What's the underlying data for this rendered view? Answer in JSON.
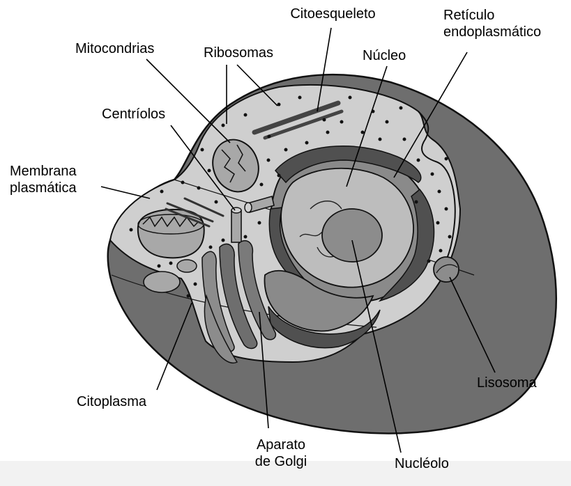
{
  "labels": {
    "citoesqueleto": "Citoesqueleto",
    "reticulo": [
      "Retículo",
      "endoplasmático"
    ],
    "mitocondrias": "Mitocondrias",
    "ribosomas": "Ribosomas",
    "nucleo": "Núcleo",
    "centriolos": "Centríolos",
    "membrana": [
      "Membrana",
      "plasmática"
    ],
    "lisosoma": "Lisosoma",
    "citoplasma": "Citoplasma",
    "aparato": [
      "Aparato",
      "de Golgi"
    ],
    "nucleolo": "Nucléolo"
  },
  "colors": {
    "outer_shell": "#6e6e6e",
    "cytoplasm": "#cfcfcf",
    "nucleus_outer": "#8a8a8a",
    "nucleus_inner": "#bdbdbd",
    "nucleolus": "#8c8c8c",
    "er_dark": "#505050",
    "organelle_light": "#a8a8a8",
    "dots": "#111111",
    "lines": "#000000"
  }
}
